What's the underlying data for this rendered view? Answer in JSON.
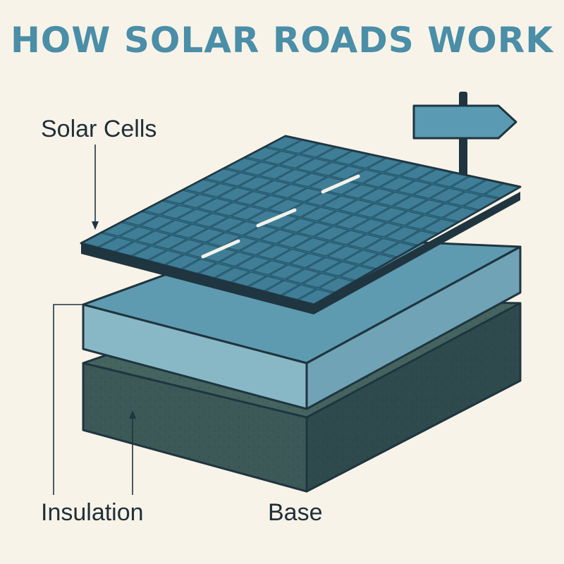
{
  "header": {
    "title": "HOW SOLAR ROADS WORK"
  },
  "labels": {
    "solar_cells": "Solar Cells",
    "insulation": "Insulation",
    "base": "Base"
  },
  "colors": {
    "background": "#f8f3e8",
    "title": "#4a8ea8",
    "outline": "#1f3540",
    "panel": "#2e6a82",
    "panel_cell": "#3f7e96",
    "panel_grid": "#244f62",
    "lane_marking": "#f2f2ea",
    "insulation_top": "#5e9bb0",
    "insulation_front": "#88b8c6",
    "insulation_side": "#6fa3b5",
    "base_top": "#45645f",
    "base_front": "#3c5957",
    "base_side": "#2f4a4d",
    "sign": "#5a9ab2",
    "label_text": "#1f2f3a"
  },
  "icons": {
    "sign": "direction-sign-icon"
  }
}
